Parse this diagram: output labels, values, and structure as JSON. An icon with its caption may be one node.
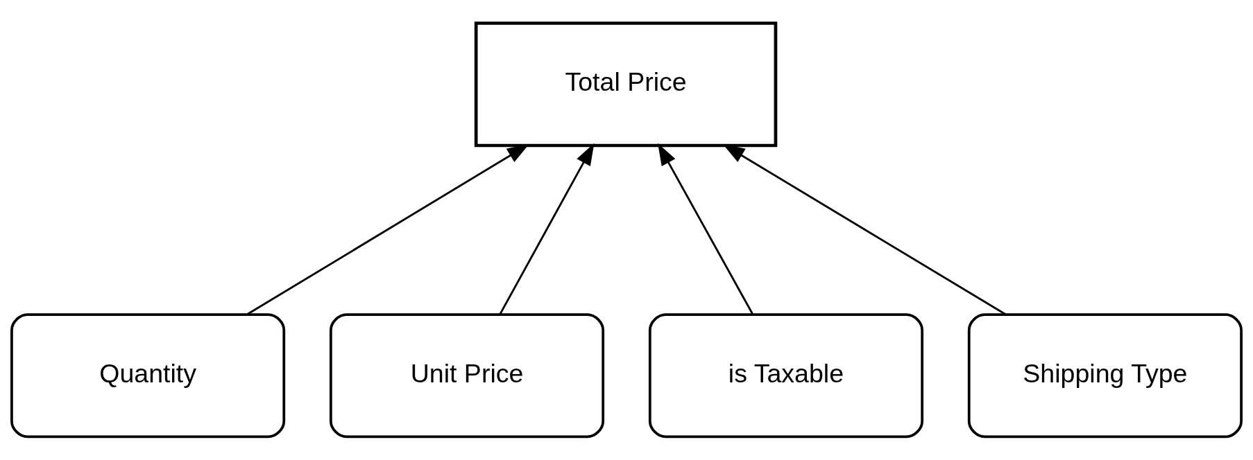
{
  "diagram": {
    "nodes": [
      {
        "text": [
          "Total Price"
        ]
      },
      {
        "text": [
          "Quantity"
        ]
      },
      {
        "text": [
          "Unit Price"
        ]
      },
      {
        "text": [
          "is Taxable"
        ]
      },
      {
        "text": [
          "Shipping Type"
        ]
      }
    ],
    "edges": [
      {
        "from": 1,
        "to": 0,
        "arrow": "to"
      },
      {
        "from": 2,
        "to": 0,
        "arrow": "to"
      },
      {
        "from": 3,
        "to": 0,
        "arrow": "to"
      },
      {
        "from": 4,
        "to": 0,
        "arrow": "to"
      }
    ]
  }
}
